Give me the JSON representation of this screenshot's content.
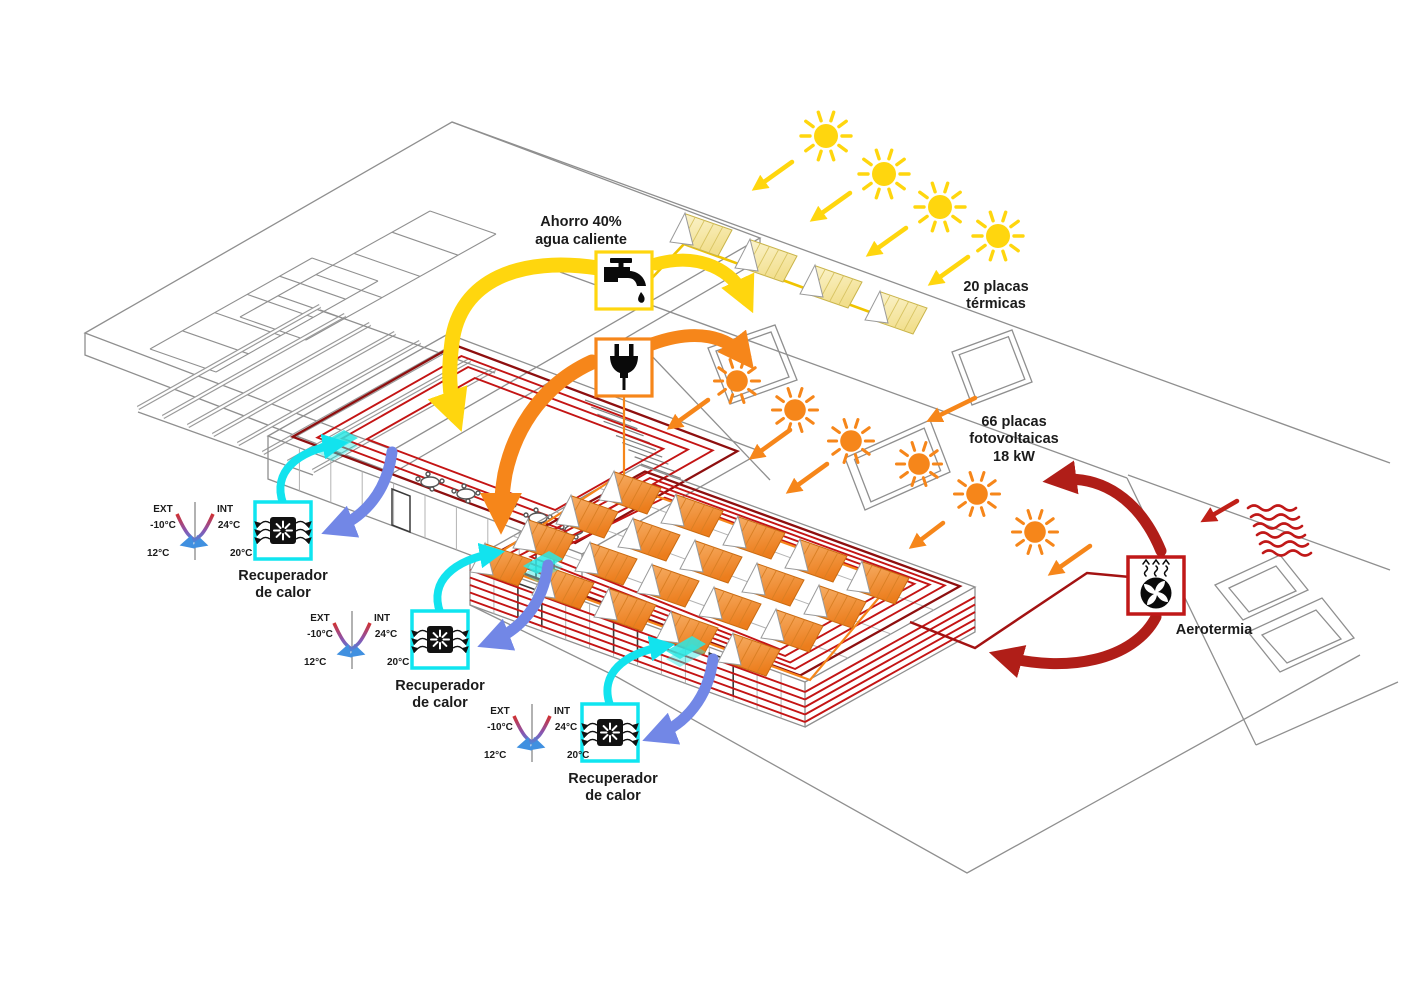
{
  "labels": {
    "hot_water_note_line1": "Ahorro 40%",
    "hot_water_note_line2": "agua caliente",
    "thermal_panels_line1": "20 placas",
    "thermal_panels_line2": "térmicas",
    "pv_panels_line1": "66 placas",
    "pv_panels_line2": "fotovoltaicas",
    "pv_panels_line3": "18 kW",
    "aerothermal": "Aerotermia",
    "heat_recovery_line1": "Recuperador",
    "heat_recovery_line2": "de calor"
  },
  "heat_exchanger": {
    "ext_label": "EXT",
    "int_label": "INT",
    "ext_in_temp": "-10°C",
    "int_in_temp": "24°C",
    "ext_out_temp": "12°C",
    "int_out_temp": "20°C"
  },
  "icons": {
    "hot_water": "faucet-icon",
    "electricity": "plug-icon",
    "aerothermal": "fan-icon",
    "heat_recovery": "hrv-icon",
    "sun": "sun-icon"
  },
  "colors": {
    "solar_thermal_yellow": "#ffd60e",
    "pv_orange": "#f6861a",
    "radiant_pipe_red": "#c41414",
    "aerothermal_dark_red": "#b01e18",
    "fresh_air_cyan": "#12e3ee",
    "exhaust_blue": "#7287e6",
    "hx_arrow_blue": "#4090e0",
    "wireframe_gray": "#8f8f8f"
  }
}
